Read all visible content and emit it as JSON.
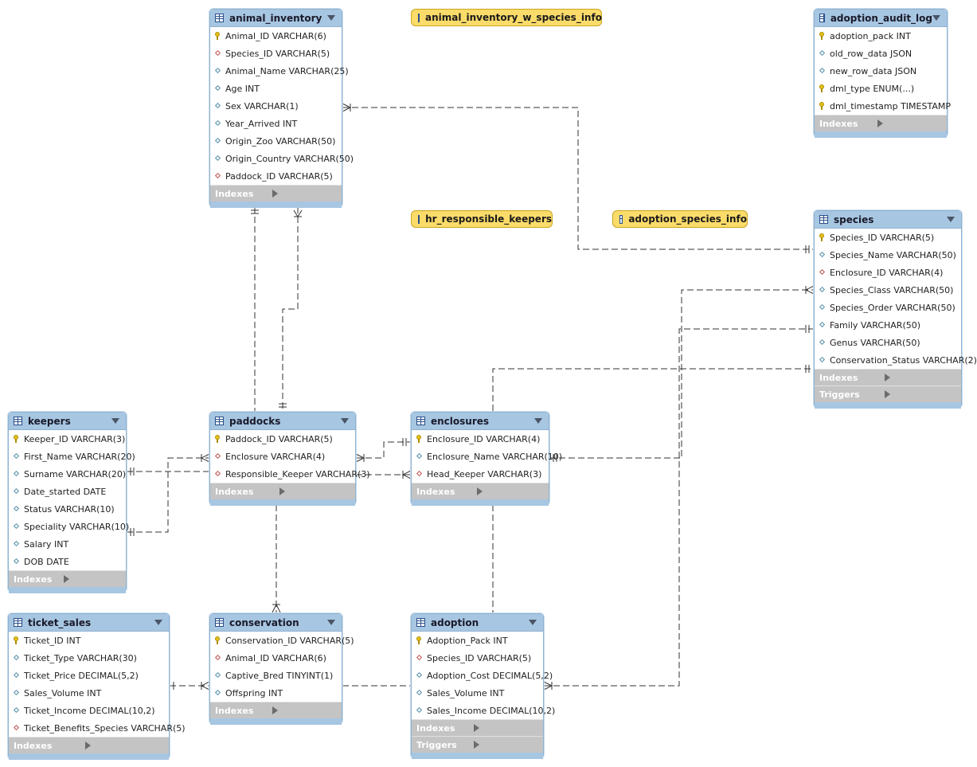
{
  "tables": [
    {
      "name": "animal_inventory",
      "columns": [
        {
          "key": "pk",
          "text": "Animal_ID VARCHAR(6)"
        },
        {
          "key": "fk",
          "text": "Species_ID VARCHAR(5)"
        },
        {
          "key": "attr",
          "text": "Animal_Name VARCHAR(25)"
        },
        {
          "key": "attr",
          "text": "Age INT"
        },
        {
          "key": "attr",
          "text": "Sex VARCHAR(1)"
        },
        {
          "key": "attr",
          "text": "Year_Arrived INT"
        },
        {
          "key": "attr",
          "text": "Origin_Zoo VARCHAR(50)"
        },
        {
          "key": "attr",
          "text": "Origin_Country VARCHAR(50)"
        },
        {
          "key": "fk",
          "text": "Paddock_ID VARCHAR(5)"
        }
      ],
      "sections": [
        "Indexes"
      ]
    },
    {
      "name": "adoption_audit_log",
      "columns": [
        {
          "key": "pk",
          "text": "adoption_pack INT"
        },
        {
          "key": "attr",
          "text": "old_row_data JSON"
        },
        {
          "key": "attr",
          "text": "new_row_data JSON"
        },
        {
          "key": "pk",
          "text": "dml_type ENUM(...)"
        },
        {
          "key": "pk",
          "text": "dml_timestamp TIMESTAMP"
        }
      ],
      "sections": [
        "Indexes"
      ]
    },
    {
      "name": "species",
      "columns": [
        {
          "key": "pk",
          "text": "Species_ID VARCHAR(5)"
        },
        {
          "key": "attr",
          "text": "Species_Name VARCHAR(50)"
        },
        {
          "key": "fk",
          "text": "Enclosure_ID VARCHAR(4)"
        },
        {
          "key": "attr",
          "text": "Species_Class VARCHAR(50)"
        },
        {
          "key": "attr",
          "text": "Species_Order VARCHAR(50)"
        },
        {
          "key": "attr",
          "text": "Family VARCHAR(50)"
        },
        {
          "key": "attr",
          "text": "Genus VARCHAR(50)"
        },
        {
          "key": "attr",
          "text": "Conservation_Status VARCHAR(2)"
        }
      ],
      "sections": [
        "Indexes",
        "Triggers"
      ]
    },
    {
      "name": "keepers",
      "columns": [
        {
          "key": "pk",
          "text": "Keeper_ID VARCHAR(3)"
        },
        {
          "key": "attr",
          "text": "First_Name VARCHAR(20)"
        },
        {
          "key": "attr",
          "text": "Surname VARCHAR(20)"
        },
        {
          "key": "attr",
          "text": "Date_started DATE"
        },
        {
          "key": "attr",
          "text": "Status VARCHAR(10)"
        },
        {
          "key": "attr",
          "text": "Speciality VARCHAR(10)"
        },
        {
          "key": "attr",
          "text": "Salary INT"
        },
        {
          "key": "attr",
          "text": "DOB DATE"
        }
      ],
      "sections": [
        "Indexes"
      ]
    },
    {
      "name": "paddocks",
      "columns": [
        {
          "key": "pk",
          "text": "Paddock_ID VARCHAR(5)"
        },
        {
          "key": "fk",
          "text": "Enclosure VARCHAR(4)"
        },
        {
          "key": "fk",
          "text": "Responsible_Keeper VARCHAR(3)"
        }
      ],
      "sections": [
        "Indexes"
      ]
    },
    {
      "name": "enclosures",
      "columns": [
        {
          "key": "pk",
          "text": "Enclosure_ID VARCHAR(4)"
        },
        {
          "key": "attr",
          "text": "Enclosure_Name VARCHAR(10)"
        },
        {
          "key": "fk",
          "text": "Head_Keeper VARCHAR(3)"
        }
      ],
      "sections": [
        "Indexes"
      ]
    },
    {
      "name": "ticket_sales",
      "columns": [
        {
          "key": "pk",
          "text": "Ticket_ID INT"
        },
        {
          "key": "attr",
          "text": "Ticket_Type VARCHAR(30)"
        },
        {
          "key": "attr",
          "text": "Ticket_Price DECIMAL(5,2)"
        },
        {
          "key": "attr",
          "text": "Sales_Volume INT"
        },
        {
          "key": "attr",
          "text": "Ticket_Income DECIMAL(10,2)"
        },
        {
          "key": "fk",
          "text": "Ticket_Benefits_Species VARCHAR(5)"
        }
      ],
      "sections": [
        "Indexes"
      ]
    },
    {
      "name": "conservation",
      "columns": [
        {
          "key": "pk",
          "text": "Conservation_ID VARCHAR(5)"
        },
        {
          "key": "fk",
          "text": "Animal_ID VARCHAR(6)"
        },
        {
          "key": "attr",
          "text": "Captive_Bred TINYINT(1)"
        },
        {
          "key": "attr",
          "text": "Offspring INT"
        }
      ],
      "sections": [
        "Indexes"
      ]
    },
    {
      "name": "adoption",
      "columns": [
        {
          "key": "pk",
          "text": "Adoption_Pack INT"
        },
        {
          "key": "fk",
          "text": "Species_ID VARCHAR(5)"
        },
        {
          "key": "attr",
          "text": "Adoption_Cost DECIMAL(5,2)"
        },
        {
          "key": "attr",
          "text": "Sales_Volume INT"
        },
        {
          "key": "attr",
          "text": "Sales_Income DECIMAL(10,2)"
        }
      ],
      "sections": [
        "Indexes",
        "Triggers"
      ]
    }
  ],
  "views": [
    {
      "name": "animal_inventory_w_species_info"
    },
    {
      "name": "hr_responsible_keepers"
    },
    {
      "name": "adoption_species_info"
    }
  ],
  "colors": {
    "table_header": "#a7c6e2",
    "table_border": "#8fb3d1",
    "view_fill": "#fbdc6a",
    "section_fill": "#c4c4c4",
    "connector": "#333333"
  }
}
